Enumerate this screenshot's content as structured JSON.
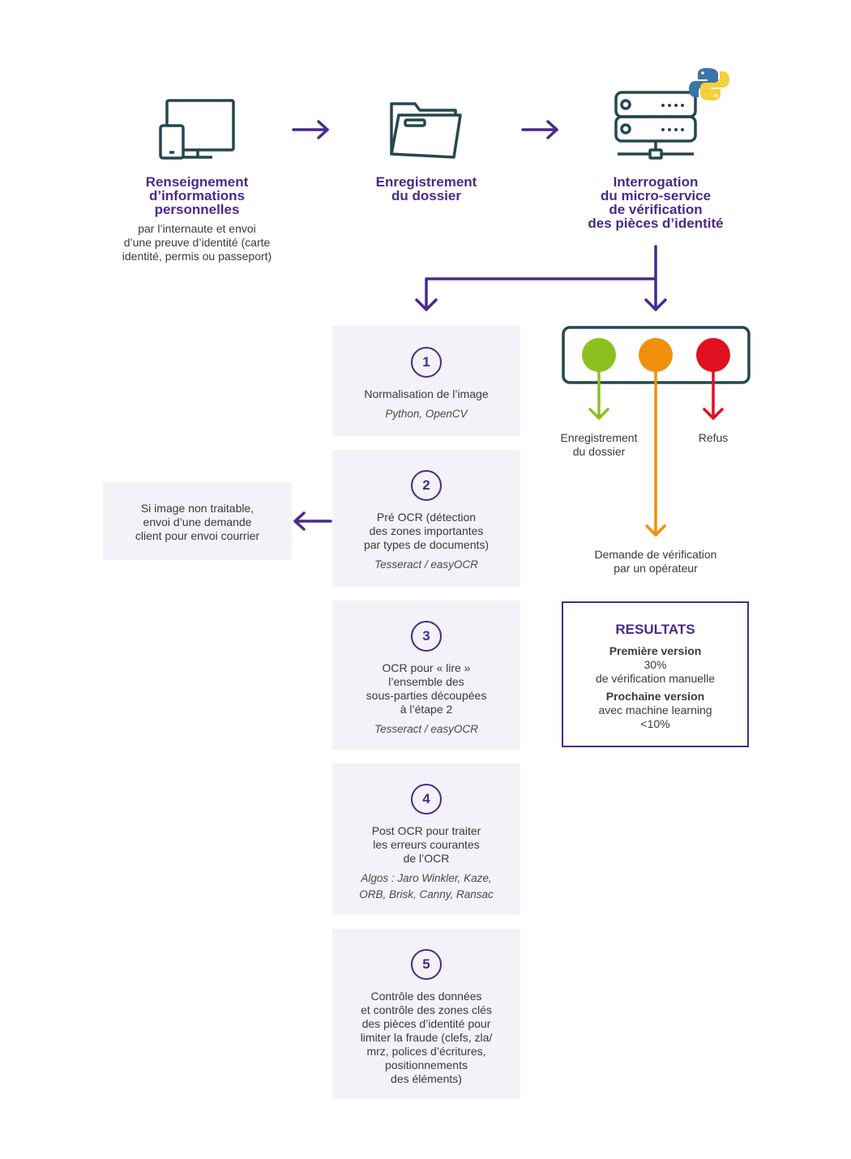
{
  "colors": {
    "purple": "#4a2a8a",
    "teal": "#24474f",
    "green": "#8cc020",
    "orange": "#f0900a",
    "red": "#e01020",
    "box_bg": "#f3f2f8"
  },
  "top_steps": [
    {
      "icon": "devices-icon",
      "title": [
        "Renseignement",
        "d’informations",
        "personnelles"
      ],
      "desc": [
        "par l’internaute et envoi",
        "d’une preuve d’identité (carte",
        "identité, permis ou passeport)"
      ]
    },
    {
      "icon": "folder-icon",
      "title": [
        "Enregistrement",
        "du dossier"
      ],
      "desc": []
    },
    {
      "icon": "server-icon",
      "title": [
        "Interrogation",
        "du micro-service",
        "de vérification",
        "des pièces d’identité"
      ],
      "desc": []
    }
  ],
  "python_logo": "python-logo-icon",
  "ocr_steps": [
    {
      "num": "1",
      "text": [
        "Normalisation de l’image"
      ],
      "tech": [
        "Python, OpenCV"
      ]
    },
    {
      "num": "2",
      "text": [
        "Pré OCR (détection",
        "des zones importantes",
        "par types de documents)"
      ],
      "tech": [
        "Tesseract / easyOCR"
      ]
    },
    {
      "num": "3",
      "text": [
        "OCR pour « lire »",
        "l’ensemble des",
        "sous-parties découpées",
        "à l’étape 2"
      ],
      "tech": [
        "Tesseract / easyOCR"
      ]
    },
    {
      "num": "4",
      "text": [
        "Post OCR pour traiter",
        "les erreurs courantes",
        "de l’OCR"
      ],
      "tech": [
        "Algos : Jaro Winkler, Kaze,",
        "ORB, Brisk, Canny, Ransac"
      ]
    },
    {
      "num": "5",
      "text": [
        "Contrôle des données",
        "et contrôle des zones clés",
        "des pièces d’identité pour",
        "limiter la fraude (clefs, zla/",
        "mrz, polices d’écritures,",
        "positionnements",
        "des éléments)"
      ],
      "tech": []
    }
  ],
  "side_note": [
    "Si image non traitable,",
    "envoi d’une demande",
    "client pour envoi courrier"
  ],
  "traffic_light": {
    "green_label": [
      "Enregistrement",
      "du dossier"
    ],
    "red_label": [
      "Refus"
    ],
    "orange_label": [
      "Demande de vérification",
      "par un opérateur"
    ]
  },
  "results": {
    "title": "RESULTATS",
    "first_head": "Première version",
    "first_value": "30%",
    "first_desc": "de vérification manuelle",
    "next_head": "Prochaine version",
    "next_desc": "avec machine learning",
    "next_value": "<10%"
  }
}
